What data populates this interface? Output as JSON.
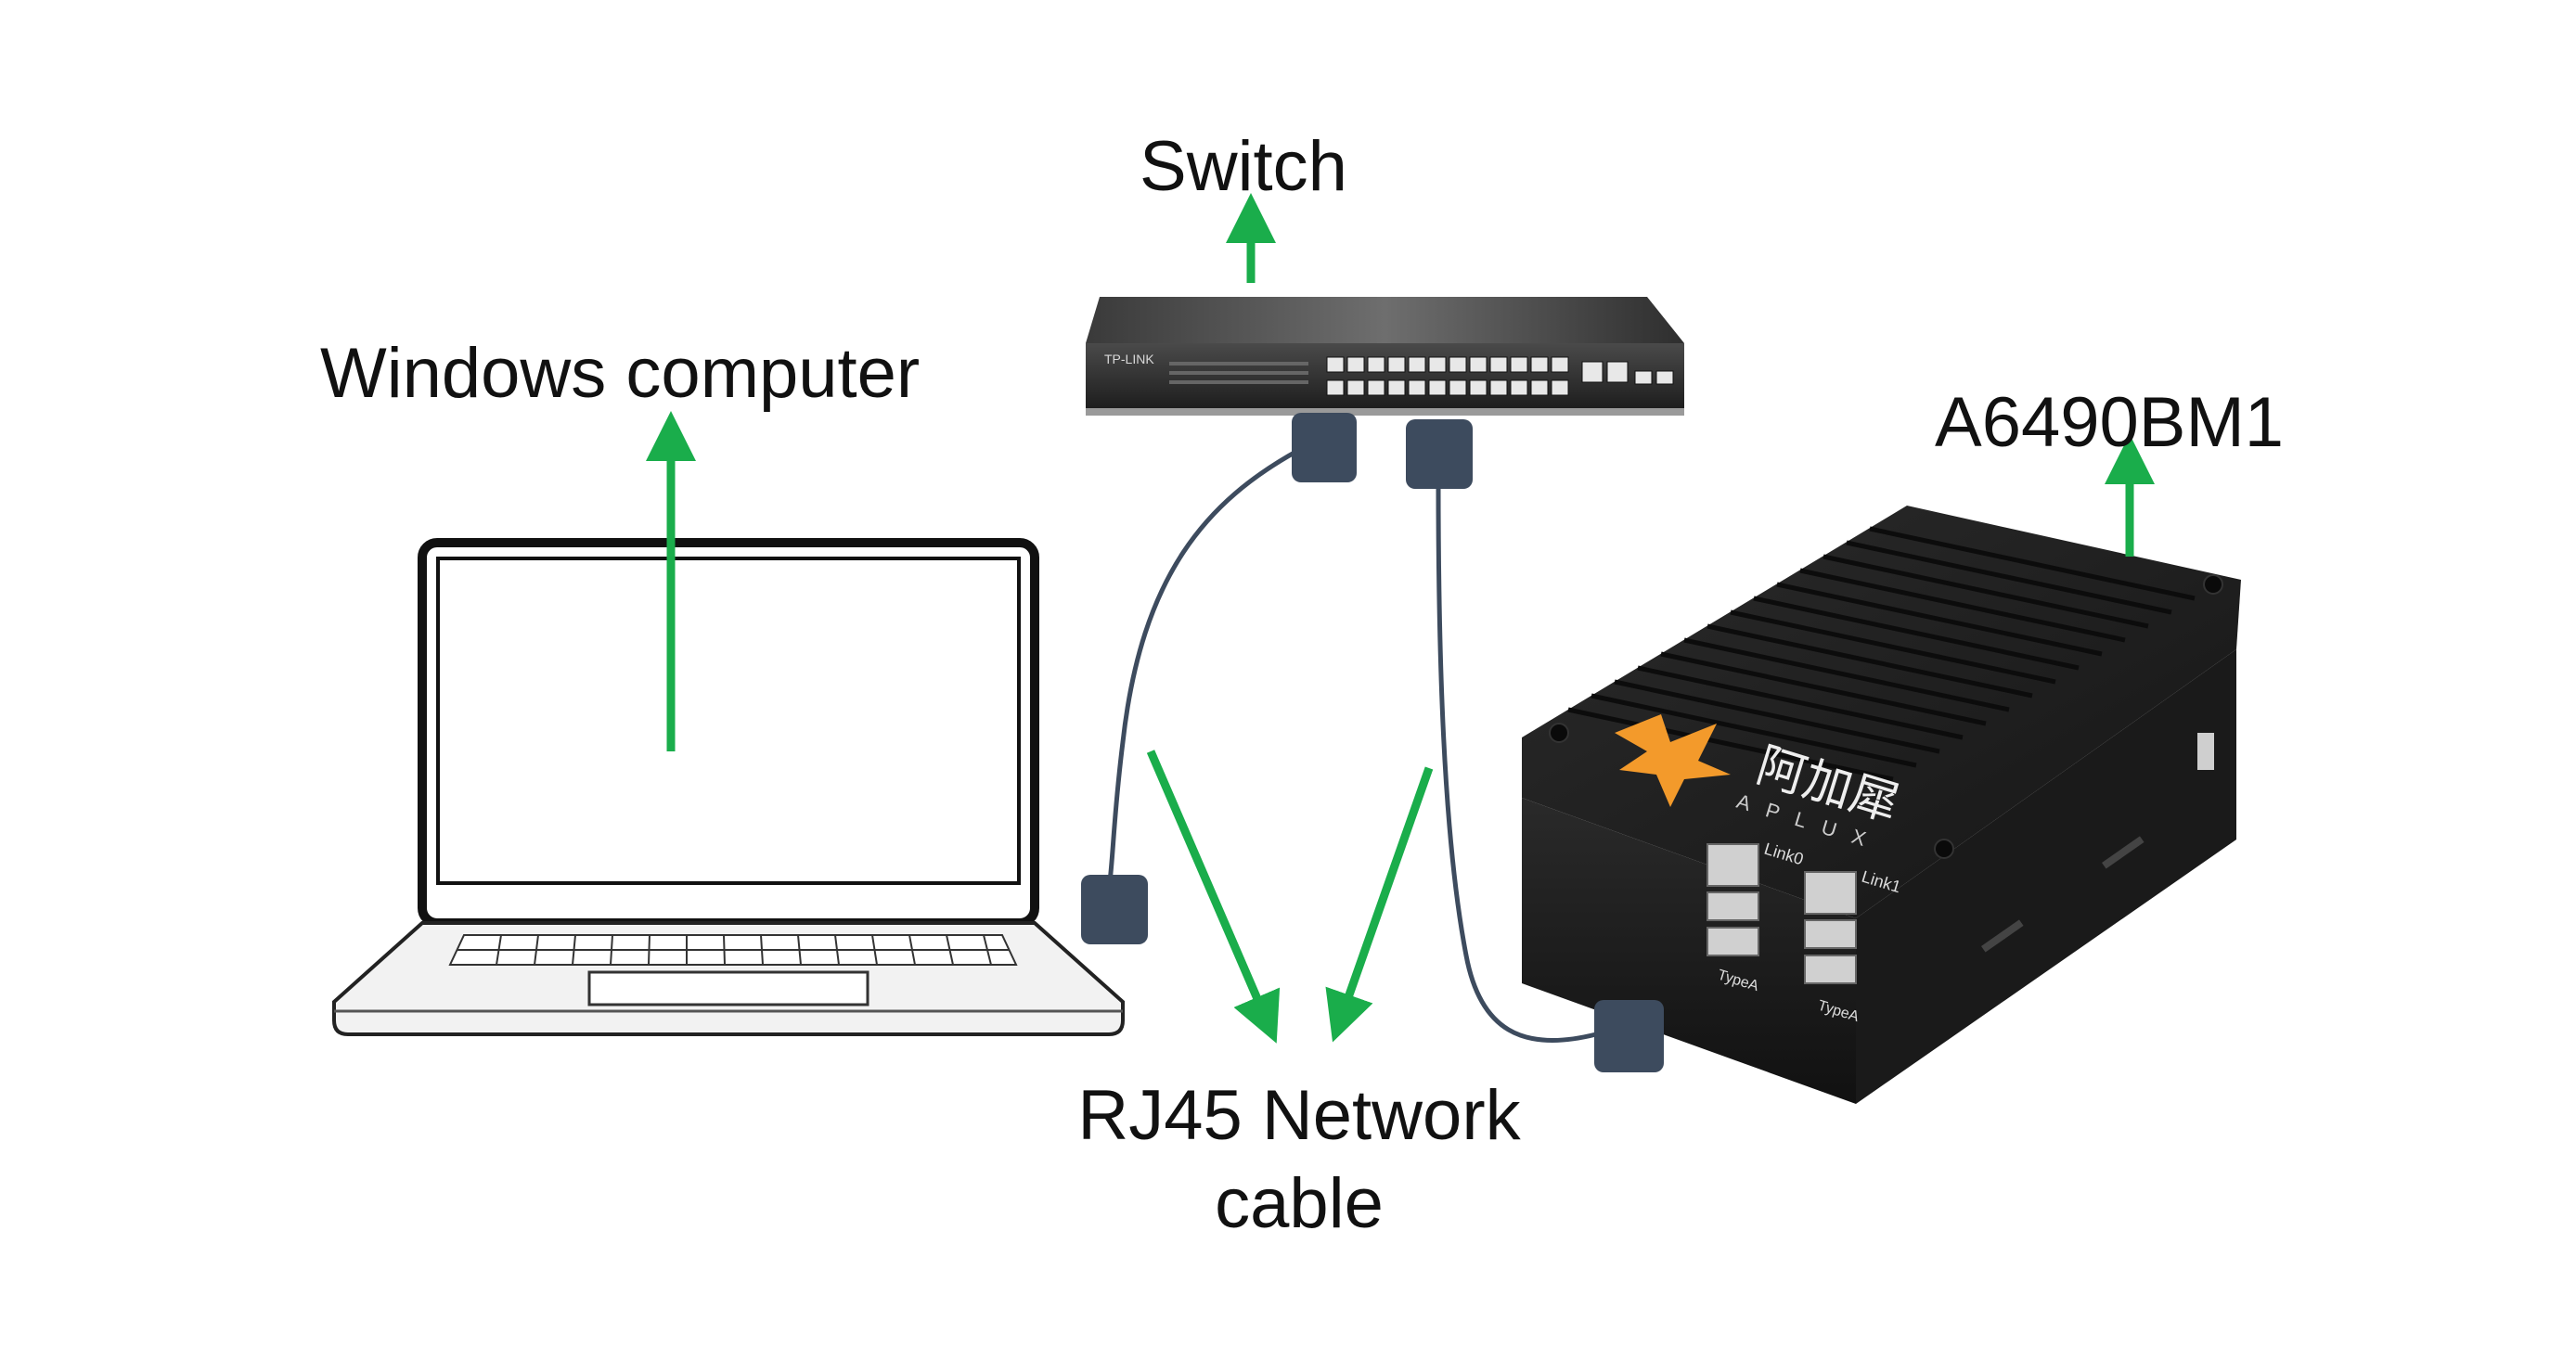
{
  "labels": {
    "switch": "Switch",
    "windows_computer": "Windows computer",
    "board": "A6490BM1",
    "cable": "RJ45 Network cable"
  },
  "devices": {
    "switch_brand": "TP-LINK",
    "board_logo_text": "阿加犀",
    "board_brand": "APLUX",
    "port_link0": "Link0",
    "port_link1": "Link1",
    "port_typea_left": "TypeA",
    "port_typea_right": "TypeA"
  },
  "colors": {
    "arrow": "#1aad4b",
    "cable": "#3d4b5e",
    "connector": "#3d4b5e",
    "board_body": "#1f1f1f",
    "board_logo": "#f39a2b",
    "switch_body": "#2a2a2a",
    "laptop_outline": "#111111"
  }
}
